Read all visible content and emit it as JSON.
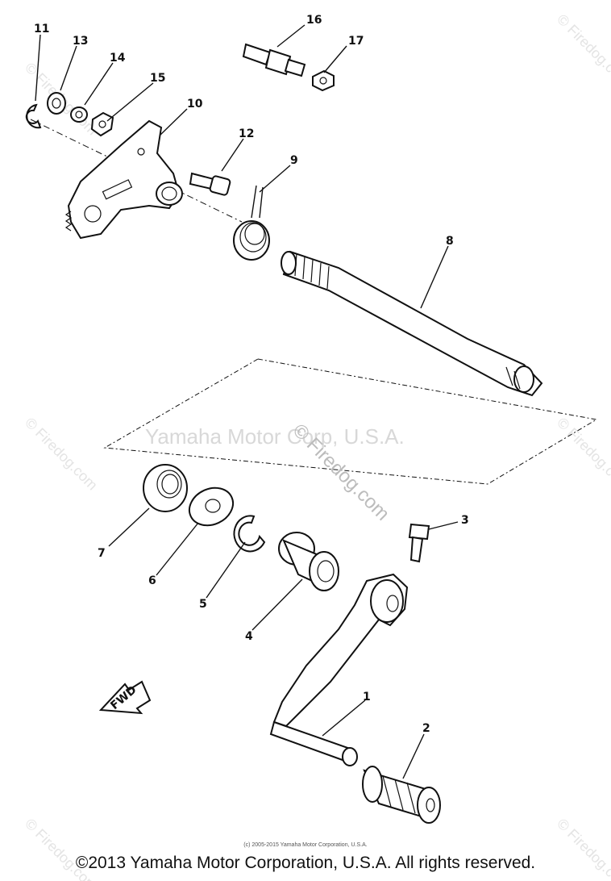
{
  "diagram": {
    "callouts": [
      {
        "id": "1",
        "label": "1"
      },
      {
        "id": "2",
        "label": "2"
      },
      {
        "id": "3",
        "label": "3"
      },
      {
        "id": "4",
        "label": "4"
      },
      {
        "id": "5",
        "label": "5"
      },
      {
        "id": "6",
        "label": "6"
      },
      {
        "id": "7",
        "label": "7"
      },
      {
        "id": "8",
        "label": "8"
      },
      {
        "id": "9",
        "label": "9"
      },
      {
        "id": "10",
        "label": "10"
      },
      {
        "id": "11",
        "label": "11"
      },
      {
        "id": "12",
        "label": "12"
      },
      {
        "id": "13",
        "label": "13"
      },
      {
        "id": "14",
        "label": "14"
      },
      {
        "id": "15",
        "label": "15"
      },
      {
        "id": "16",
        "label": "16"
      },
      {
        "id": "17",
        "label": "17"
      }
    ],
    "fwd_label": "FWD",
    "watermark_center": "Yamaha Motor Corp, U.S.A.",
    "watermark_site": "© Firedog.com",
    "watermark_repeat": "© Firedog.com"
  },
  "footer": {
    "fine_print": "(c) 2005-2015 Yamaha Motor Corporation, U.S.A.",
    "copyright": "©2013 Yamaha Motor Corporation, U.S.A. All rights reserved."
  }
}
